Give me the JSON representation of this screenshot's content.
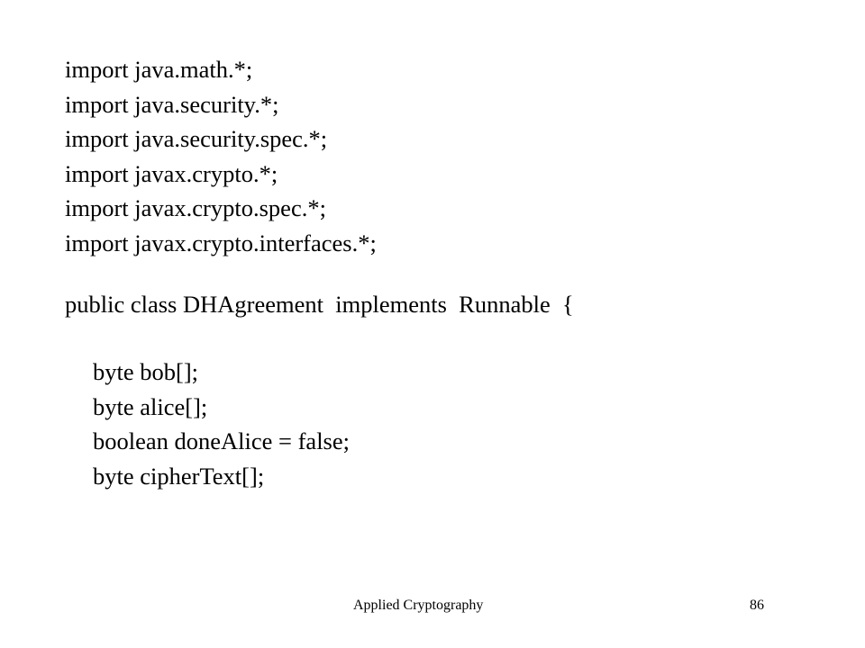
{
  "slide": {
    "imports": [
      "import java.math.*;",
      "import java.security.*;",
      "import java.security.spec.*;",
      "import javax.crypto.*;",
      "import javax.crypto.spec.*;",
      "import javax.crypto.interfaces.*;"
    ],
    "class_declaration": "public class DHAgreement  implements  Runnable  {",
    "fields": [
      "byte bob[];",
      "byte alice[];",
      "boolean doneAlice = false;",
      "byte cipherText[];"
    ]
  },
  "footer": {
    "title": "Applied Cryptography",
    "page_number": "86"
  }
}
